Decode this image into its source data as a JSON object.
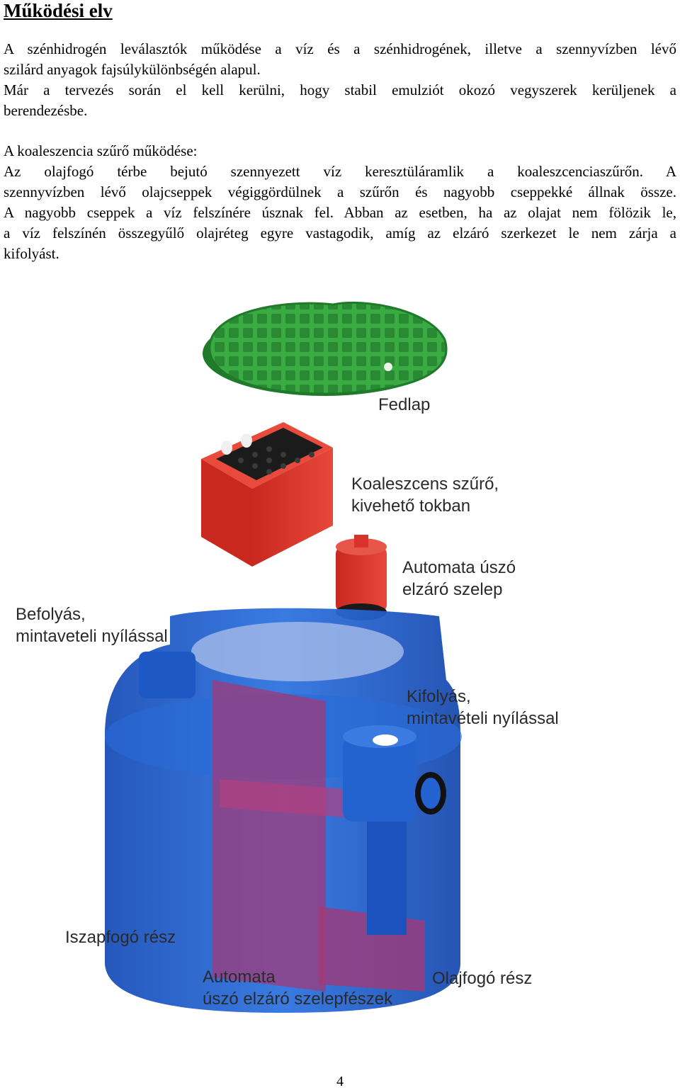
{
  "heading": "Működési elv",
  "paragraph1": [
    "A szénhidrogén leválasztók működése a víz és a szénhidrogének, illetve a szennyvízben lévő",
    "szilárd anyagok fajsúlykülönbségén alapul.",
    "Már a tervezés során el kell kerülni, hogy stabil emulziót okozó vegyszerek kerüljenek a",
    "berendezésbe."
  ],
  "paragraph2": [
    "A koaleszencia szűrő működése:",
    "Az olajfogó térbe bejutó szennyezett víz keresztüláramlik a koaleszcenciaszűrőn. A",
    "szennyvízben lévő olajcseppek végiggördülnek a szűrőn és nagyobb cseppekké állnak össze.",
    "A nagyobb cseppek a víz felszínére úsznak fel. Abban az esetben, ha az olajat nem fölözik le,",
    "a víz felszínén összegyűlő olajréteg egyre vastagodik, amíg az elzáró szerkezet le nem zárja a",
    "kifolyást."
  ],
  "figure_labels": {
    "fedlap": [
      "Fedlap"
    ],
    "koaleszcens": [
      "Koaleszcens szűrő,",
      "kivehető tokban"
    ],
    "automata_uszo": [
      "Automata úszó",
      "elzáró szelep"
    ],
    "befolyas": [
      "Befolyás,",
      "mintaveteli nyílással"
    ],
    "kifolyas": [
      "Kifolyás,",
      "mintavételi nyílással"
    ],
    "iszapfogo": [
      "Iszapfogó rész"
    ],
    "szelepfeszek": [
      "Automata",
      "úszó elzáró szelepfészek"
    ],
    "olajfogo": [
      "Olajfogó rész"
    ]
  },
  "colors": {
    "lid_green": "#2f9a3a",
    "filter_red": "#d8322a",
    "tank_blue": "#1f5fd0",
    "inner_magenta": "#a03a78"
  },
  "page_number": "4"
}
